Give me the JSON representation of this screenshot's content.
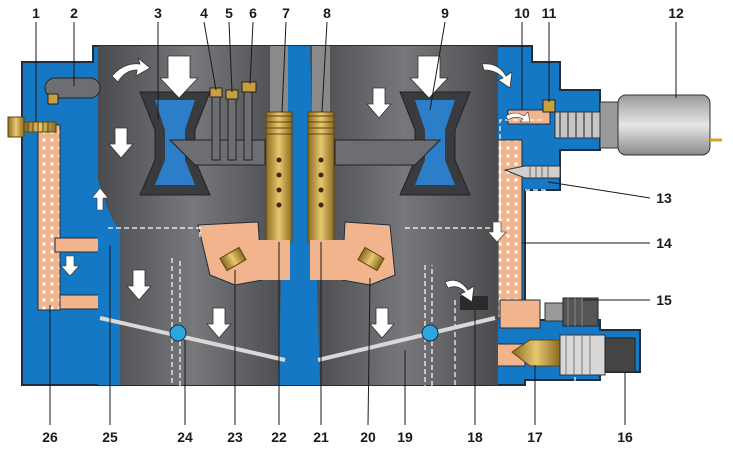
{
  "callouts": [
    "1",
    "2",
    "3",
    "4",
    "5",
    "6",
    "7",
    "8",
    "9",
    "10",
    "11",
    "12",
    "13",
    "14",
    "15",
    "16",
    "17",
    "18",
    "19",
    "20",
    "21",
    "22",
    "23",
    "24",
    "25",
    "26"
  ],
  "colors": {
    "body_blue": "#1478c4",
    "bore_gray": "#5f6063",
    "fuel_orange": "#f2b48c",
    "brass": "#c8a040",
    "outline_dark": "#1f2d3d",
    "arrow_white": "#ffffff"
  },
  "icons": [
    "arrow-down-icon",
    "arrow-up-icon",
    "arrow-curved-icon"
  ]
}
